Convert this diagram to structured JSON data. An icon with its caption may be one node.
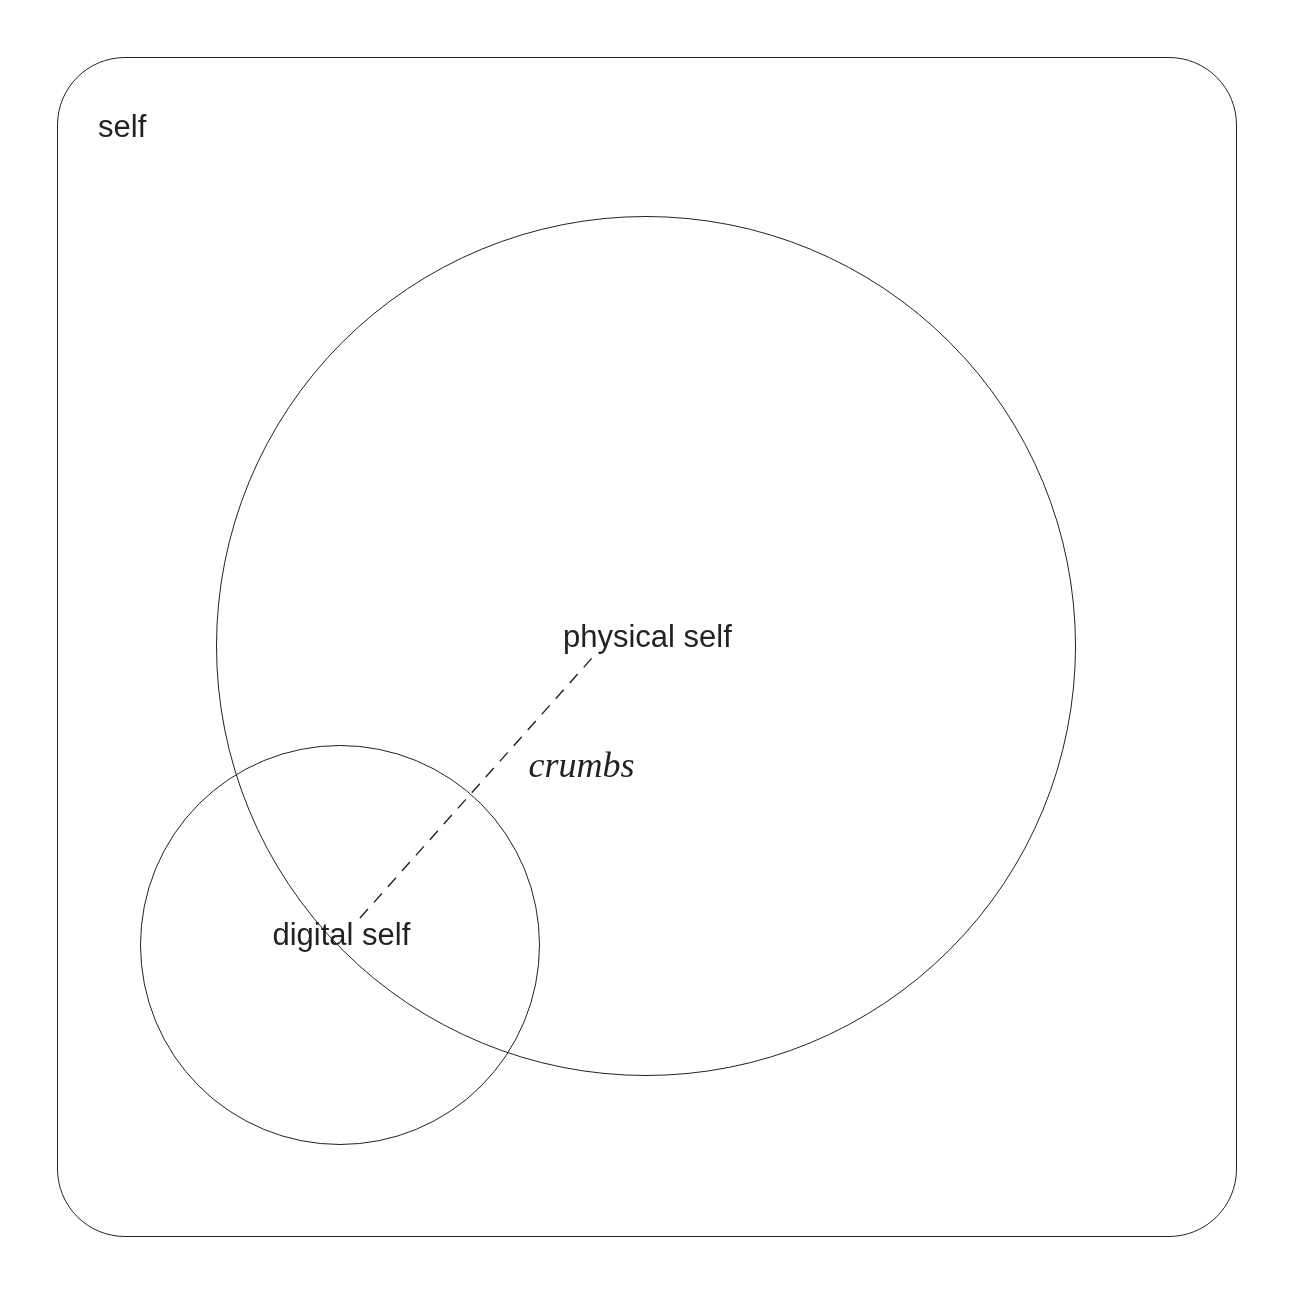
{
  "diagram": {
    "nodes": [
      {
        "text": [
          "self"
        ]
      },
      {
        "text": [
          "physical self"
        ],
        "in": 0
      },
      {
        "text": [
          "digital self"
        ],
        "in": 0
      }
    ],
    "edges": [
      {
        "from": 1,
        "to": 2,
        "arrow": "none",
        "style": "dashed",
        "label": "crumbs"
      }
    ]
  }
}
